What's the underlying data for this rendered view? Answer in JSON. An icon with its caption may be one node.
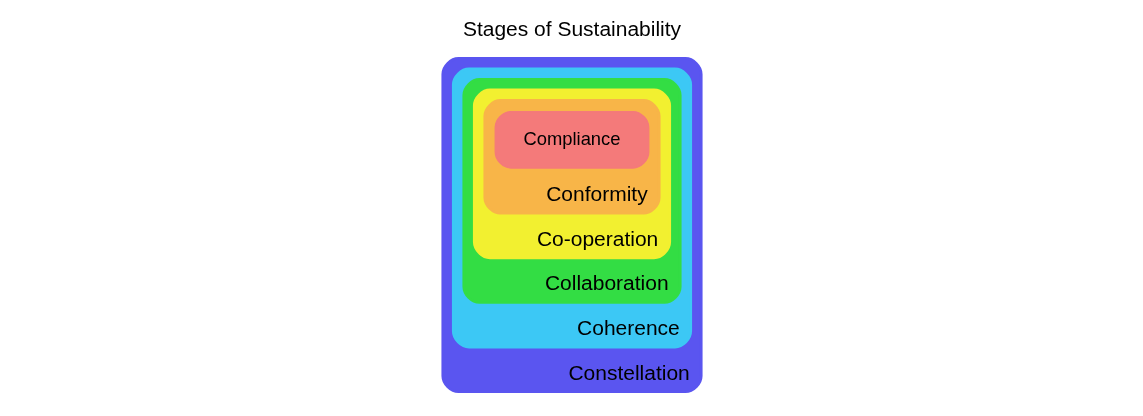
{
  "diagram": {
    "title": "Stages of Sustainability",
    "nodes": [
      {
        "text": [
          "Constellation"
        ]
      },
      {
        "text": [
          "Coherence"
        ],
        "in": 0
      },
      {
        "text": [
          "Collaboration"
        ],
        "in": 1
      },
      {
        "text": [
          "Co-operation"
        ],
        "in": 2
      },
      {
        "text": [
          "Conformity"
        ],
        "in": 3
      },
      {
        "text": [
          "Compliance"
        ],
        "in": 4
      }
    ]
  }
}
